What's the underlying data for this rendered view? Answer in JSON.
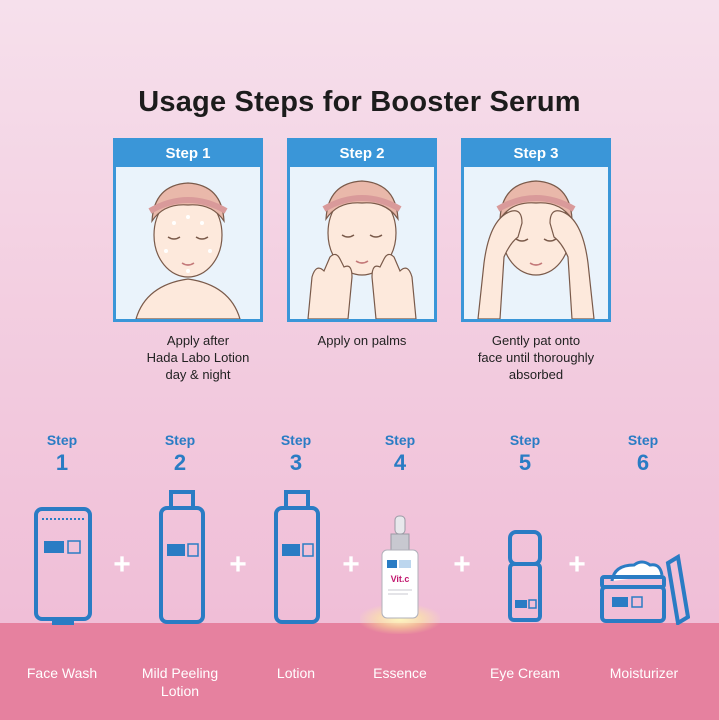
{
  "title": "Usage Steps for Booster Serum",
  "usage_steps": [
    {
      "header": "Step 1",
      "caption_lines": [
        "Apply after",
        "Hada Labo Lotion",
        "day & night"
      ]
    },
    {
      "header": "Step 2",
      "caption_lines": [
        "Apply on palms"
      ]
    },
    {
      "header": "Step 3",
      "caption_lines": [
        "Gently pat onto",
        "face until thoroughly",
        "absorbed"
      ]
    }
  ],
  "routine": [
    {
      "word": "Step",
      "number": "1",
      "name_lines": [
        "Face Wash"
      ]
    },
    {
      "word": "Step",
      "number": "2",
      "name_lines": [
        "Mild Peeling",
        "Lotion"
      ]
    },
    {
      "word": "Step",
      "number": "3",
      "name_lines": [
        "Lotion"
      ]
    },
    {
      "word": "Step",
      "number": "4",
      "name_lines": [
        "Essence"
      ]
    },
    {
      "word": "Step",
      "number": "5",
      "name_lines": [
        "Eye Cream"
      ]
    },
    {
      "word": "Step",
      "number": "6",
      "name_lines": [
        "Moisturizer"
      ]
    }
  ],
  "plus_sign": "+",
  "colors": {
    "accent_blue": "#3a96d8",
    "floor_pink": "#e6819f",
    "step_text": "#2a7cc4"
  },
  "icons": [
    "face-woman-icon",
    "hands-on-face-icon",
    "tube-icon",
    "bottle-icon",
    "serum-dropper-icon",
    "eye-cream-icon",
    "cream-jar-icon"
  ]
}
